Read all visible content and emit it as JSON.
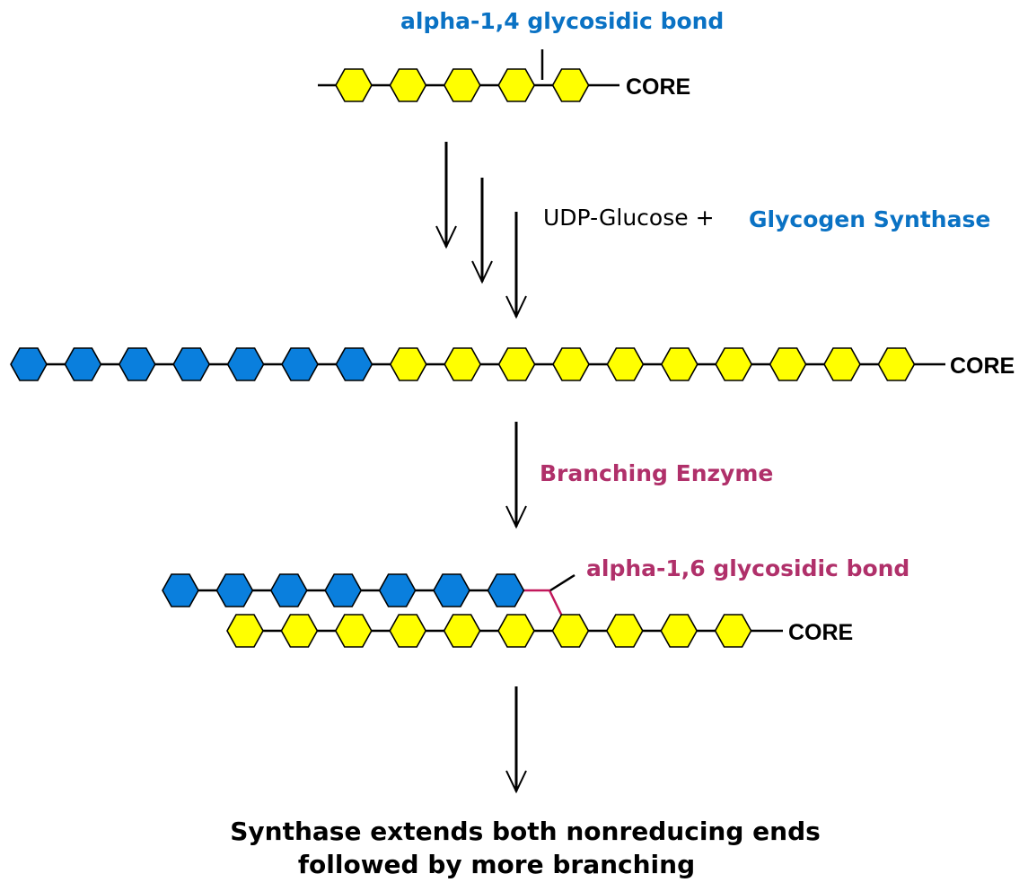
{
  "labels": {
    "alpha14": "alpha-1,4 glycosidic bond",
    "udp": "UDP-Glucose +",
    "synthase": "Glycogen Synthase",
    "branching": "Branching Enzyme",
    "alpha16": "alpha-1,6 glycosidic bond",
    "core": "CORE",
    "footer_line1": "Synthase extends both nonreducing ends",
    "footer_line2": "followed by more branching"
  },
  "colors": {
    "original_glucose": "#FFFF00",
    "new_glucose": "#0A7FDD",
    "synthase_text": "#0A72C4",
    "branching_text": "#B0306A",
    "branch_bond": "#C2185B"
  },
  "chains": {
    "initial": {
      "yellow_units": 5,
      "blue_units": 0
    },
    "elongated": {
      "yellow_units": 10,
      "blue_units": 7
    },
    "branched": {
      "main_yellow_units": 10,
      "branch_blue_units": 7,
      "branch_point_unit": 7
    }
  }
}
